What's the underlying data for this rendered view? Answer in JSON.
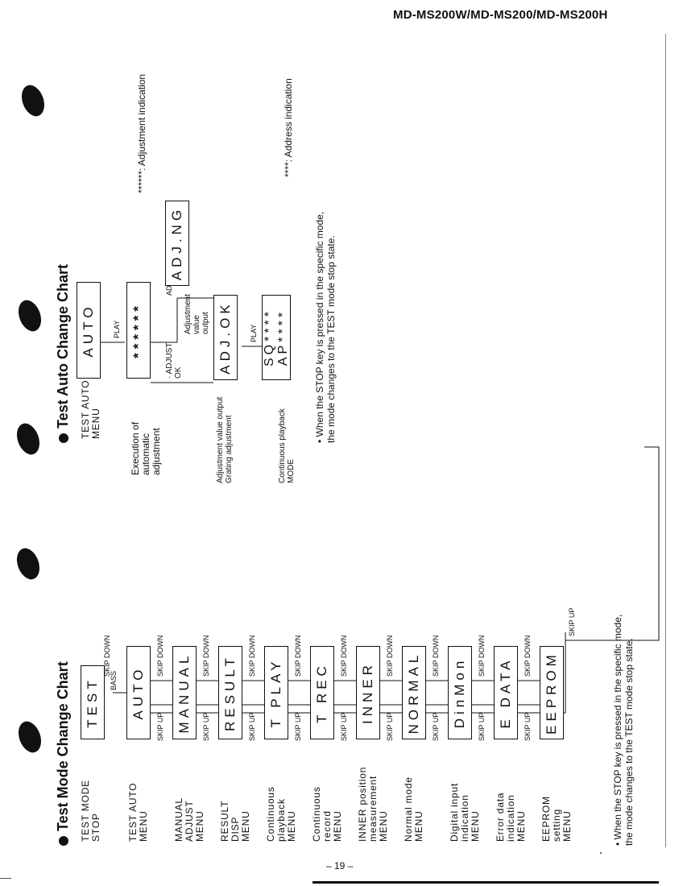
{
  "header": {
    "model": "MD-MS200W/MD-MS200/MD-MS200H"
  },
  "footer": {
    "page": "– 19 –"
  },
  "test_mode": {
    "title": "Test Mode Change Chart",
    "stop_label": "TEST MODE\nSTOP",
    "stop_display": "TEST",
    "bass_label": "BASS",
    "menus": [
      {
        "label": "TEST AUTO\nMENU",
        "display": "AUTO"
      },
      {
        "label": "MANUAL\nADJUST\nMENU",
        "display": "MANUAL"
      },
      {
        "label": "RESULT\nDISP\nMENU",
        "display": "RESULT"
      },
      {
        "label": "Continuous\nplayback\nMENU",
        "display": "T PLAY"
      },
      {
        "label": "Continuous\nrecord\nMENU",
        "display": "T REC"
      },
      {
        "label": "INNER position\nmeasurement\nMENU",
        "display": "INNER"
      },
      {
        "label": "Normal mode\nMENU",
        "display": "NORMAL"
      },
      {
        "label": "Digital input\nindication\nMENU",
        "display": "DinMon"
      },
      {
        "label": "Error data\nindication\nMENU",
        "display": "E DATA"
      },
      {
        "label": "EEPROM\nsetting\nMENU",
        "display": "EEPROM"
      }
    ],
    "skip_up": "SKIP UP",
    "skip_down": "SKIP DOWN",
    "note": "• When the STOP key is pressed in the specific mode,\n  the mode changes to the TEST mode stop state."
  },
  "test_auto": {
    "title": "Test Auto Change Chart",
    "menu_label": "TEST AUTO\nMENU",
    "menu_display": "AUTO",
    "play": "PLAY",
    "exec_label": "Execution of\nautomatic\nadjustment",
    "exec_display": "******",
    "adjust_ok": "· ADJUST\n  OK",
    "adjust_ng": "ADJUST NG",
    "adj_value_output": "Adjustment\nvalue\noutput",
    "adj_ng_display": "ADJ.NG",
    "adj_ok_label": "Adjustment value output\nGrating adjustment",
    "adj_ok_display": "ADJ.OK",
    "cont_label": "Continuous playback\nMODE",
    "sq_display": "SQ****",
    "ap_display": "AP****",
    "legend_adjust": "******: Adjustment indication",
    "legend_address": "****: Address indication",
    "note": "• When the STOP key is pressed in the specific mode,\n  the mode changes to the TEST mode stop state."
  }
}
